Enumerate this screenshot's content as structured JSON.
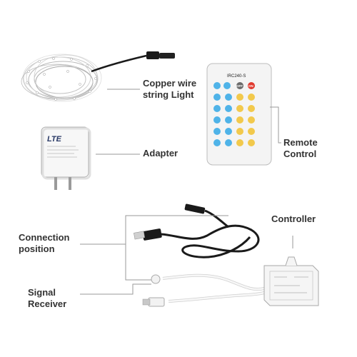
{
  "labels": {
    "copper_wire": [
      "Copper wire",
      "string Light"
    ],
    "adapter": "Adapter",
    "remote": [
      "Remote",
      "Control"
    ],
    "controller": "Controller",
    "connection": [
      "Connection",
      "position"
    ],
    "signal": [
      "Signal",
      "Receiver"
    ]
  },
  "remote": {
    "model": "IRC240-S",
    "buttons_top": [
      "OFF",
      "ON"
    ]
  },
  "adapter": {
    "logo": "LTE"
  },
  "colors": {
    "label_text": "#333333",
    "leader_line": "#9a9a9a",
    "remote_body": "#f4f4f4",
    "button_yellow": "#f2c94c",
    "button_blue": "#4fb3e8",
    "button_red": "#e03a2f",
    "cable_black": "#1a1a1a",
    "cable_white": "#f2f2f2"
  }
}
